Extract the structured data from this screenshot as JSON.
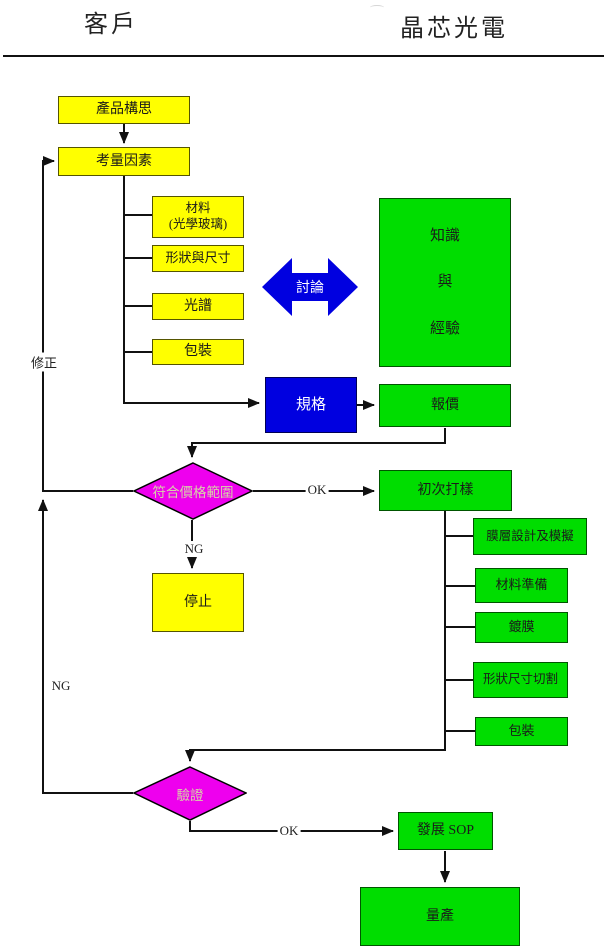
{
  "header": {
    "customer": "客戶",
    "company": "晶芯光電"
  },
  "nodes": {
    "product_concept": {
      "label": "產品構思"
    },
    "considerations": {
      "label": "考量因素"
    },
    "material": {
      "lines": [
        "材料",
        "(光學玻璃)"
      ]
    },
    "shape_size": {
      "label": "形狀與尺寸"
    },
    "spectrum": {
      "label": "光譜"
    },
    "packaging_req": {
      "label": "包裝"
    },
    "discussion": {
      "label": "討論"
    },
    "knowledge": {
      "lines": [
        "知識",
        "與",
        "經驗"
      ]
    },
    "specification": {
      "label": "規格"
    },
    "quotation": {
      "label": "報價"
    },
    "price_check": {
      "label": "符合價格範圍"
    },
    "stop": {
      "label": "停止"
    },
    "first_sample": {
      "label": "初次打樣"
    },
    "film_design": {
      "label": "膜層設計及模擬"
    },
    "material_prep": {
      "label": "材料準備"
    },
    "coating": {
      "label": "鍍膜"
    },
    "cutting": {
      "label": "形狀尺寸切割"
    },
    "packaging_step": {
      "label": "包裝"
    },
    "verification": {
      "label": "驗證"
    },
    "develop_sop": {
      "label": "發展 SOP"
    },
    "mass_production": {
      "label": "量產"
    }
  },
  "edge_labels": {
    "revise": "修正",
    "ng_left": "NG",
    "ng_mid": "NG",
    "ok_right": "OK",
    "ok_bottom": "OK"
  },
  "colors": {
    "yellow": "#ffff00",
    "green": "#00dd00",
    "blue": "#0000e0",
    "magenta": "#ee00ee",
    "line": "#111111",
    "diamond_text": "#d6d2a8"
  }
}
